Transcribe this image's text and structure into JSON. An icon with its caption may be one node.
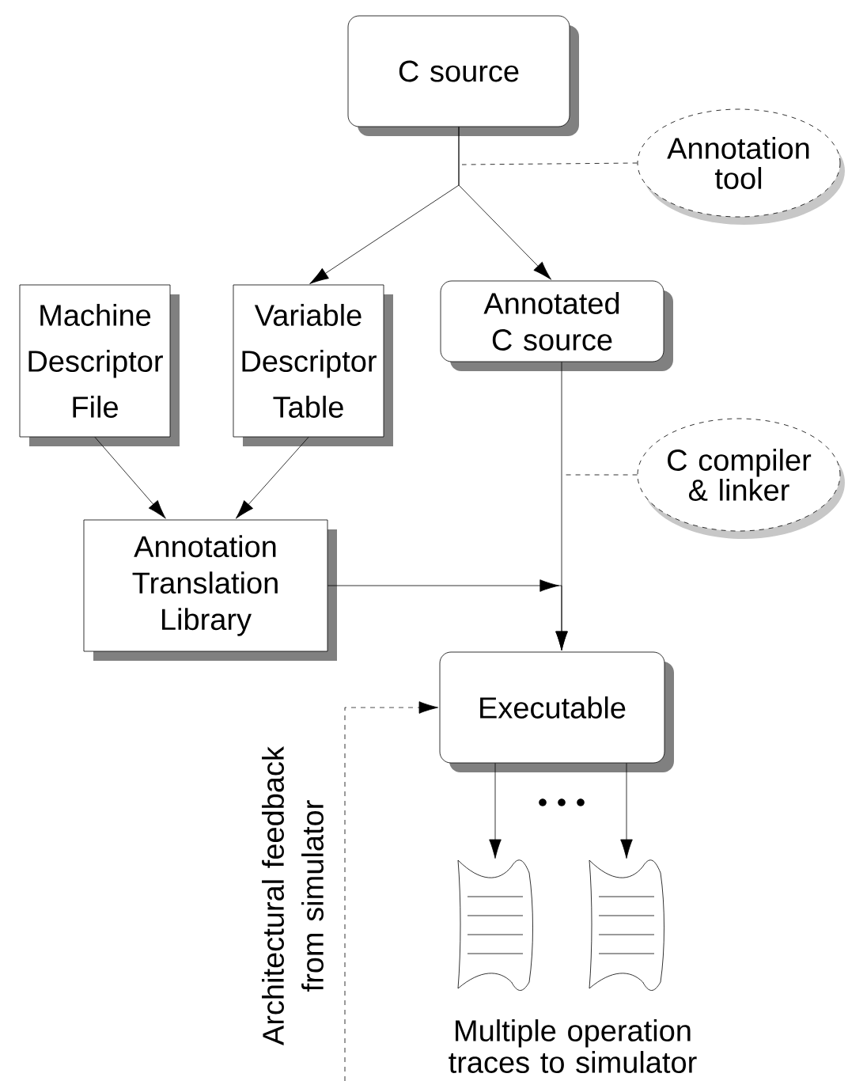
{
  "diagram": {
    "nodes": [
      {
        "text": [
          "C source"
        ]
      },
      {
        "text": [
          "Annotation tool"
        ]
      },
      {
        "text": [
          "Machine Descriptor File"
        ]
      },
      {
        "text": [
          "Variable Descriptor Table"
        ]
      },
      {
        "text": [
          "Annotated C source"
        ]
      },
      {
        "text": [
          "C compiler & linker"
        ]
      },
      {
        "text": [
          "Annotation Translation Library"
        ]
      },
      {
        "text": [
          "Executable"
        ]
      },
      {
        "text": [],
        "shape": "document"
      },
      {
        "text": [],
        "shape": "document"
      }
    ],
    "edges": [
      {
        "from": 0,
        "to": 3,
        "arrow": "to"
      },
      {
        "from": 0,
        "to": 4,
        "arrow": "to"
      },
      {
        "from": 1,
        "to": null,
        "arrow": "none",
        "style": "dashed"
      },
      {
        "from": 2,
        "to": 6,
        "arrow": "to"
      },
      {
        "from": 3,
        "to": 6,
        "arrow": "to"
      },
      {
        "from": 4,
        "to": 7,
        "arrow": "to"
      },
      {
        "from": 6,
        "to": 7,
        "arrow": "to"
      },
      {
        "from": 5,
        "to": null,
        "arrow": "none",
        "style": "dashed"
      },
      {
        "from": 7,
        "to": 8,
        "arrow": "to"
      },
      {
        "from": 7,
        "to": 9,
        "arrow": "to"
      },
      {
        "from": null,
        "to": 7,
        "arrow": "to",
        "style": "dashed",
        "label": "Architectural feedback from simulator"
      }
    ],
    "labels": [
      "Multiple operation traces to simulator"
    ]
  }
}
